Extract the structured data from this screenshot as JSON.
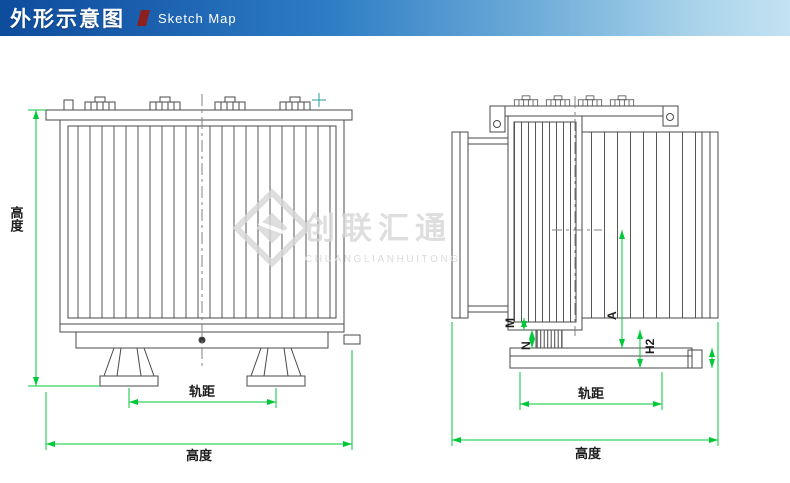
{
  "header": {
    "title": "外形示意图",
    "subtitle": "Sketch Map"
  },
  "watermark": {
    "name_cn": "创联汇通",
    "name_en": "CHUANGLIANHUITONG"
  },
  "front_view": {
    "dim_height": "高度",
    "dim_bottom": "高度",
    "dim_gauge": "轨距"
  },
  "side_view": {
    "dim_m": "M",
    "dim_n": "N",
    "dim_a": "A",
    "dim_h2": "H2",
    "dim_gauge": "轨距",
    "dim_bottom": "高度"
  },
  "colors": {
    "header_blue_dark": "#0e4c9c",
    "header_blue_light": "#c3e2f2",
    "accent_red": "#8e1f1f",
    "dimension_green": "#00c838",
    "drawing_line": "#4a4a4a",
    "watermark_gray": "#d7d7d7"
  }
}
